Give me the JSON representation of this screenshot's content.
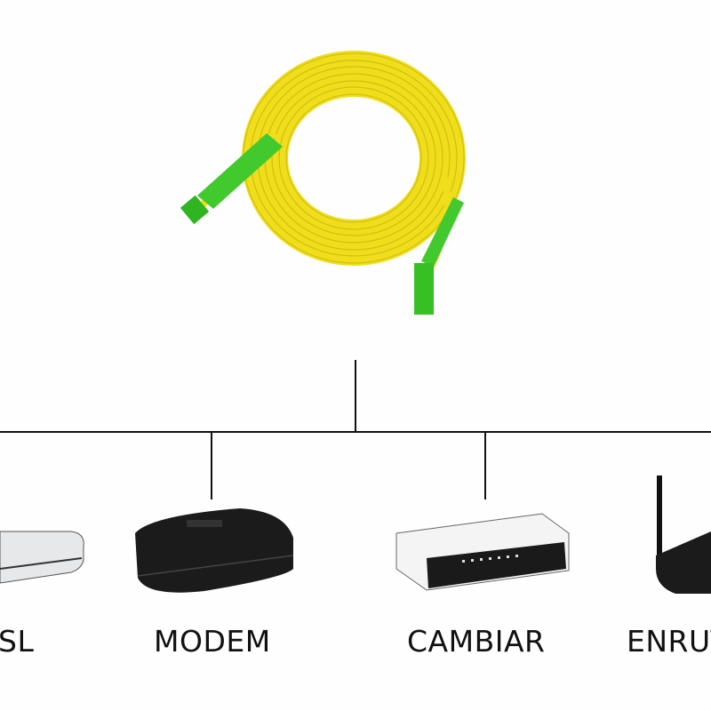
{
  "devices": [
    {
      "label": "SL"
    },
    {
      "label": "MODEM"
    },
    {
      "label": "CAMBIAR"
    },
    {
      "label": "ENRUT"
    }
  ],
  "colors": {
    "cable": "#f2e21a",
    "connector": "#3cc82a",
    "line": "#111111"
  }
}
